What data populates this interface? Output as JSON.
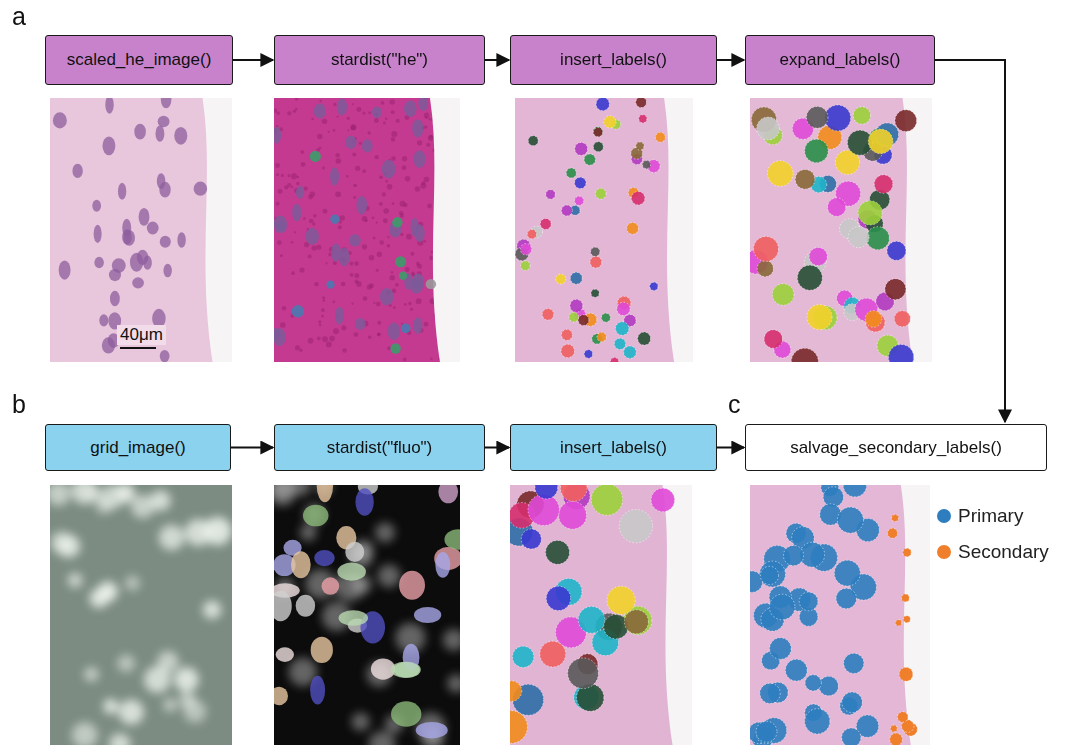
{
  "diagram": {
    "nodes": [
      {
        "text": [
          "scaled_he_image()"
        ]
      },
      {
        "text": [
          "stardist(\"he\")"
        ]
      },
      {
        "text": [
          "insert_labels()"
        ]
      },
      {
        "text": [
          "expand_labels()"
        ]
      },
      {
        "text": [
          "grid_image()"
        ]
      },
      {
        "text": [
          "stardist(\"fluo\")"
        ]
      },
      {
        "text": [
          "insert_labels()"
        ]
      },
      {
        "text": [
          "salvage_secondary_labels()"
        ]
      }
    ],
    "edges": [
      {
        "from": 0,
        "to": 1,
        "arrow": "to"
      },
      {
        "from": 1,
        "to": 2,
        "arrow": "to"
      },
      {
        "from": 2,
        "to": 3,
        "arrow": "to"
      },
      {
        "from": 3,
        "to": 7,
        "arrow": "to"
      },
      {
        "from": 4,
        "to": 5,
        "arrow": "to"
      },
      {
        "from": 5,
        "to": 6,
        "arrow": "to"
      },
      {
        "from": 6,
        "to": 7,
        "arrow": "to"
      }
    ],
    "labels": [
      "a",
      "b",
      "c",
      "40μm"
    ],
    "legend": [
      {
        "text": "Primary",
        "color": "#2e7ebf"
      },
      {
        "text": "Secondary",
        "color": "#f07f2c"
      }
    ]
  }
}
